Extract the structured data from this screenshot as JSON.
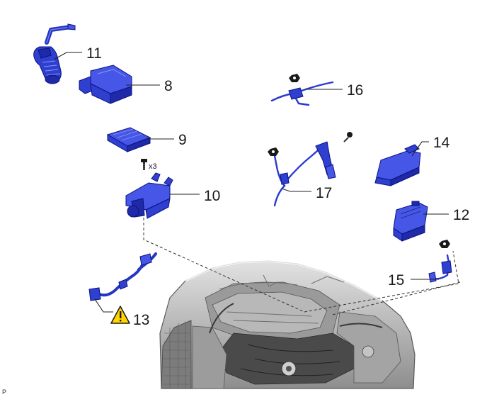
{
  "callouts": {
    "c8": "8",
    "c9": "9",
    "c10": "10",
    "c11": "11",
    "c12": "12",
    "c13": "13",
    "c14": "14",
    "c15": "15",
    "c16": "16",
    "c17": "17"
  },
  "quantity_note": "x3",
  "corner_mark": "P",
  "icons": {
    "caution": "warning-triangle-icon",
    "fastener": "bolt-icon"
  },
  "colors": {
    "part_blue": "#2f3fd0",
    "caution_yellow": "#ffd400",
    "engine_gray": "#8a8a8a"
  }
}
